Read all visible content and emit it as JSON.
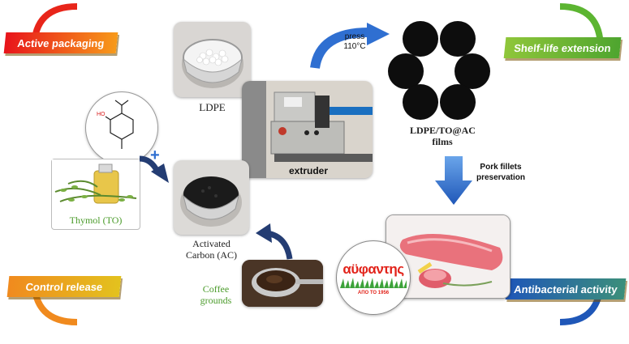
{
  "banners": {
    "active_packaging": "Active packaging",
    "shelf_life": "Shelf-life extension",
    "control_release": "Control release",
    "antibacterial": "Antibacterial activity"
  },
  "labels": {
    "ldpe": "LDPE",
    "extruder": "extruder",
    "press_line1": "press",
    "press_line2": "110°C",
    "films_line1": "LDPE/TO@AC",
    "films_line2": "films",
    "pork_line1": "Pork fillets",
    "pork_line2": "preservation",
    "thymol": "Thymol (TO)",
    "activated_line1": "Activated",
    "activated_line2": "Carbon (AC)",
    "coffee_line1": "Coffee",
    "coffee_line2": "grounds",
    "plus": "+",
    "molecule_oh": "HO",
    "logo_text": "αϋφαντης",
    "logo_sub": "ΑΠΟ ΤΟ 1956"
  },
  "colors": {
    "frame_red": "#e8251a",
    "frame_orange": "#f5a623",
    "frame_green": "#5cb531",
    "frame_blue": "#1f57b8",
    "arrow_blue": "#2f6fd1",
    "thymol_green": "#4a9b2a",
    "logo_red": "#e2231a"
  }
}
